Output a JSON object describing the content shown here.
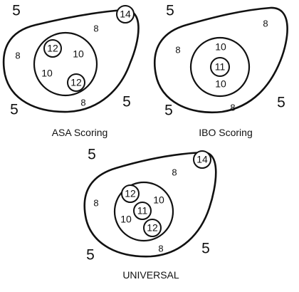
{
  "diagrams": {
    "asa": {
      "caption": "ASA Scoring",
      "outside_score": "5",
      "body_score": "8",
      "vital_score": "10",
      "x_score": "12",
      "upper_x_score": "14"
    },
    "ibo": {
      "caption": "IBO Scoring",
      "outside_score": "5",
      "body_score": "8",
      "vital_score": "10",
      "x_score": "11"
    },
    "universal": {
      "caption": "UNIVERSAL",
      "outside_score": "5",
      "body_score": "8",
      "vital_score": "10",
      "x_score": "11",
      "ring_12_score": "12",
      "upper_x_score": "14"
    }
  }
}
